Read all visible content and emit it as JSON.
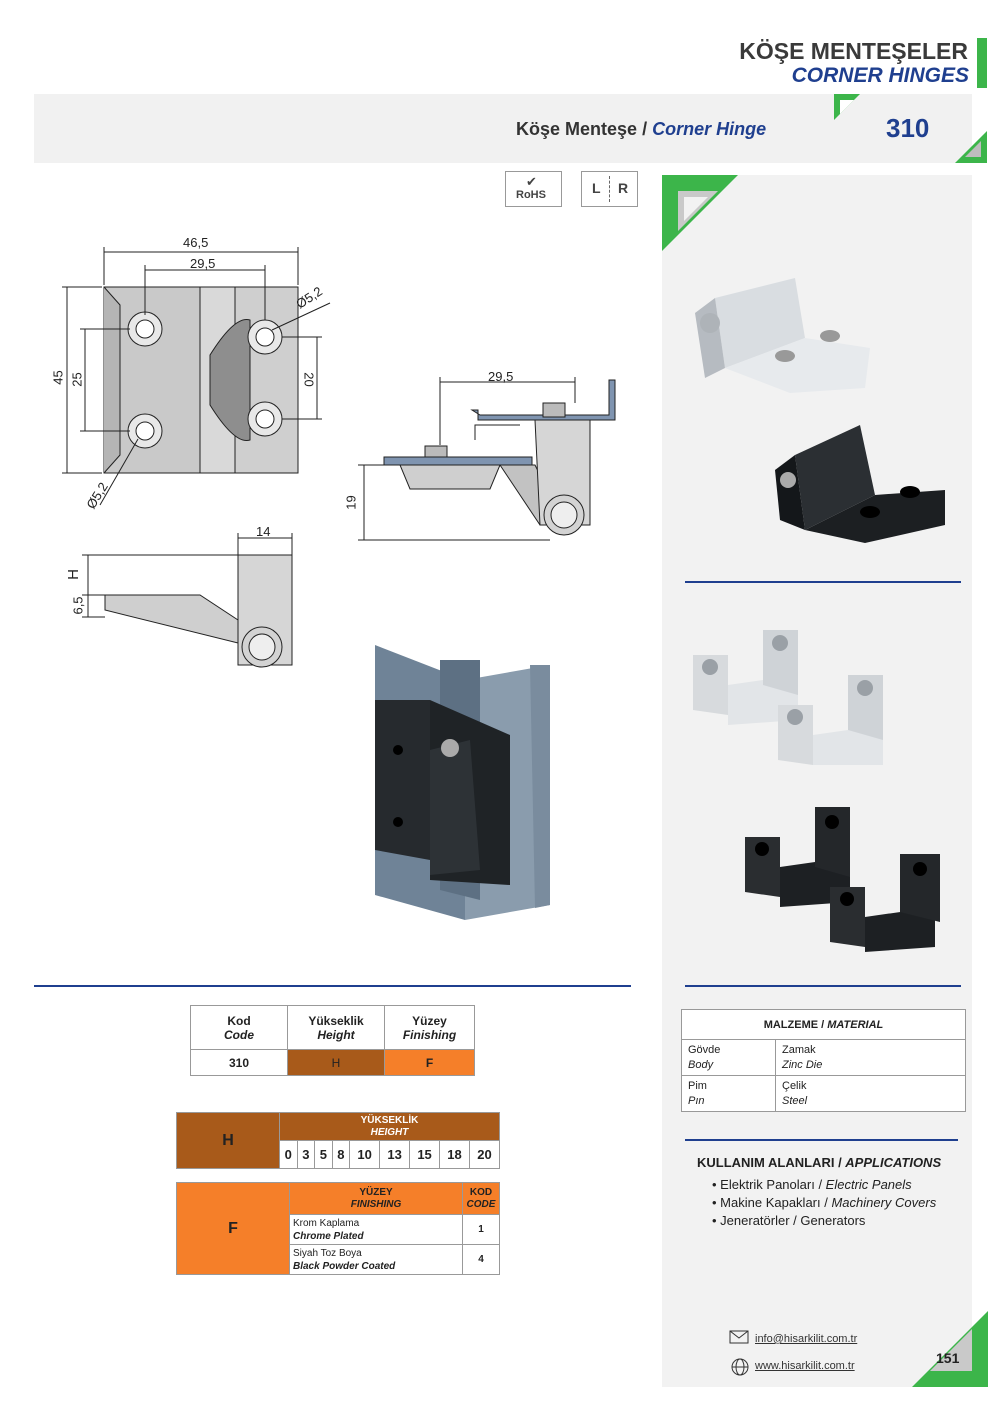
{
  "header": {
    "title_tr": "KÖŞE MENTEŞELER",
    "title_en": "CORNER HINGES",
    "product_tr": "Köşe Menteşe",
    "product_sep": "/",
    "product_en": "Corner Hinge",
    "code": "310"
  },
  "badges": {
    "rohs": "RoHS",
    "left": "L",
    "right": "R"
  },
  "drawing": {
    "d_46_5": "46,5",
    "d_29_5_top": "29,5",
    "d_45": "45",
    "d_25": "25",
    "d_20": "20",
    "d_dia_top": "Ø5,2",
    "d_dia_bottom": "Ø5,2",
    "d_29_5_side": "29,5",
    "d_19": "19",
    "d_14": "14",
    "d_H": "H",
    "d_6_5": "6,5"
  },
  "code_table": {
    "headers": [
      {
        "tr": "Kod",
        "en": "Code"
      },
      {
        "tr": "Yükseklik",
        "en": "Height"
      },
      {
        "tr": "Yüzey",
        "en": "Finishing"
      }
    ],
    "row": [
      "310",
      "H",
      "F"
    ]
  },
  "height_table": {
    "label": "H",
    "title_tr": "YÜKSEKLİK",
    "title_en": "HEIGHT",
    "values": [
      "0",
      "3",
      "5",
      "8",
      "10",
      "13",
      "15",
      "18",
      "20"
    ]
  },
  "finish_table": {
    "label": "F",
    "title_tr": "YÜZEY",
    "title_en": "FINISHING",
    "code_tr": "KOD",
    "code_en": "CODE",
    "rows": [
      {
        "tr": "Krom Kaplama",
        "en": "Chrome Plated",
        "code": "1"
      },
      {
        "tr": "Siyah Toz Boya",
        "en": "Black Powder Coated",
        "code": "4"
      }
    ]
  },
  "material": {
    "title_tr": "MALZEME",
    "title_en": "MATERIAL",
    "rows": [
      {
        "part_tr": "Gövde",
        "part_en": "Body",
        "mat_tr": "Zamak",
        "mat_en": "Zinc Die"
      },
      {
        "part_tr": "Pim",
        "part_en": "Pın",
        "mat_tr": "Çelik",
        "mat_en": "Steel"
      }
    ]
  },
  "applications": {
    "title_tr": "KULLANIM ALANLARI",
    "title_en": "APPLICATIONS",
    "items": [
      {
        "tr": "Elektrik Panoları",
        "en": "Electric Panels"
      },
      {
        "tr": "Makine Kapakları",
        "en": "Machinery Covers"
      },
      {
        "tr": "Jeneratörler",
        "en": "Generators"
      }
    ]
  },
  "footer": {
    "email": "info@hisarkilit.com.tr",
    "website": "www.hisarkilit.com.tr",
    "page": "151"
  },
  "colors": {
    "accent_blue": "#1f3f8f",
    "accent_green": "#3cb54a",
    "height_brown": "#a85a1a",
    "finish_orange": "#f57f29"
  }
}
